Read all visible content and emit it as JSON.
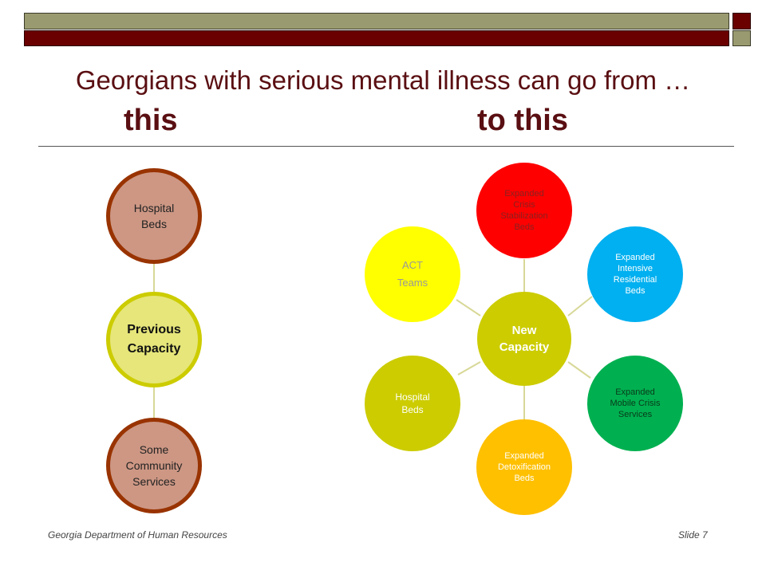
{
  "header": {
    "title": "Georgians with serious mental illness can go from …",
    "from_label": "this",
    "to_label": "to this"
  },
  "left_diagram": {
    "top": "Hospital Beds",
    "center": "Previous Capacity",
    "bottom": "Some Community Services"
  },
  "right_diagram": {
    "center": "New Capacity",
    "crisis": "Expanded Crisis Stabilization Beds",
    "intensive": "Expanded Intensive Residential Beds",
    "mobile": "Expanded Mobile Crisis Services",
    "detox": "Expanded Detoxification Beds",
    "hospital": "Hospital Beds",
    "act": "ACT Teams"
  },
  "colors": {
    "title": "#5a0f12",
    "bar_dark": "#6b0000",
    "bar_light": "#9a9a70",
    "hospital_fill": "#cd9784",
    "hospital_border": "#993300",
    "previous_fill": "#e6e67a",
    "previous_border": "#cccc00",
    "center_fill": "#cccc00",
    "crisis": "#ff0000",
    "intensive": "#00b0f0",
    "mobile": "#00b050",
    "detox": "#ffc000",
    "hospital_right": "#cccc00",
    "act": "#ffff00"
  },
  "footer": {
    "left": "Georgia Department of Human Resources",
    "right": "Slide 7"
  }
}
